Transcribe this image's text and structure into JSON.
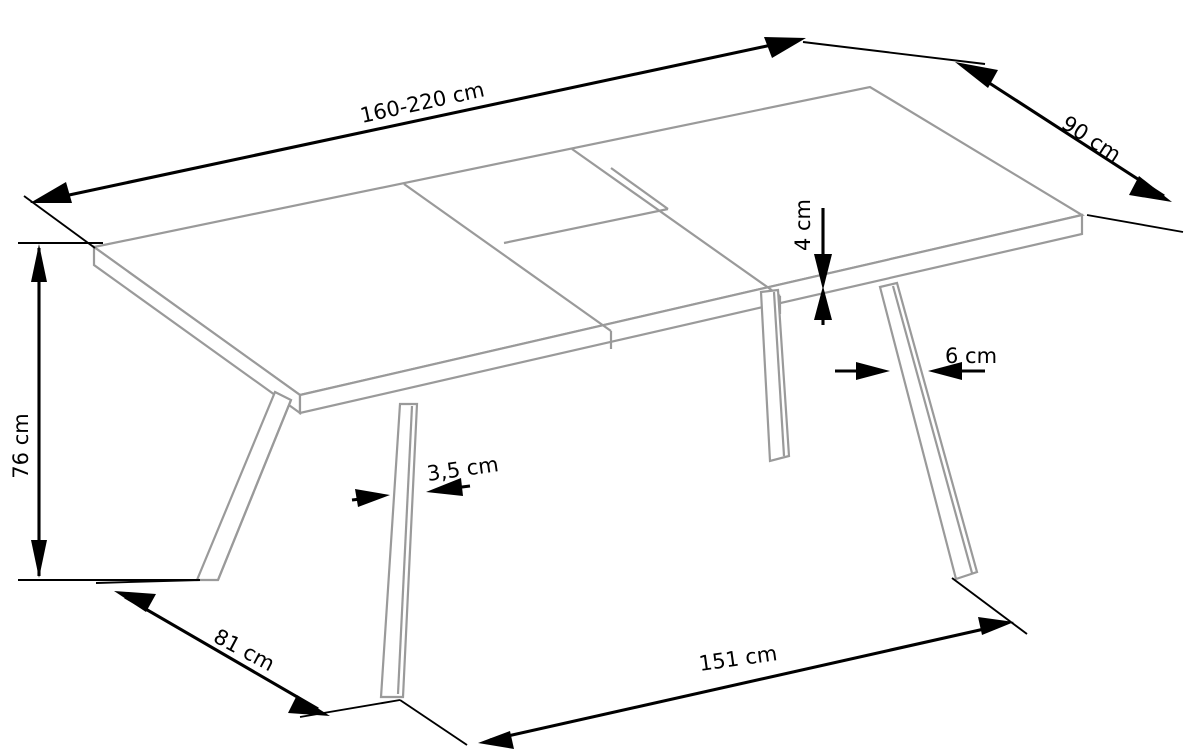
{
  "drawing": {
    "type": "technical-dimension-drawing",
    "subject": "extendable dining table",
    "projection": "isometric / perspective",
    "background_color": "#ffffff",
    "furniture_line_color": "#9a9a9a",
    "dimension_line_color": "#000000",
    "unit": "cm"
  },
  "dimensions": {
    "length": {
      "label": "160-220 cm",
      "value_min": 160,
      "value_max": 220,
      "unit": "cm",
      "describes": "tabletop length (closed to extended)",
      "placement": "top-left-edge",
      "rotation": -13
    },
    "depth": {
      "label": "90 cm",
      "value": 90,
      "unit": "cm",
      "describes": "tabletop depth",
      "placement": "top-right-edge",
      "rotation": 36
    },
    "height": {
      "label": "76 cm",
      "value": 76,
      "unit": "cm",
      "describes": "total table height",
      "placement": "left-vertical",
      "rotation": -90
    },
    "top_thickness": {
      "label": "4 cm",
      "value": 4,
      "unit": "cm",
      "describes": "tabletop thickness",
      "placement": "right-vertical",
      "rotation": -90
    },
    "leg_width": {
      "label": "6 cm",
      "value": 6,
      "unit": "cm",
      "describes": "leg width",
      "placement": "right-horizontal",
      "rotation": 0
    },
    "leg_thickness": {
      "label": "3,5 cm",
      "value": 3.5,
      "unit": "cm",
      "describes": "leg thickness",
      "placement": "center-horizontal",
      "rotation": -9
    },
    "leg_span_depth": {
      "label": "81 cm",
      "value": 81,
      "unit": "cm",
      "describes": "leg base span across depth",
      "placement": "bottom-left",
      "rotation": 28
    },
    "leg_span_length": {
      "label": "151 cm",
      "value": 151,
      "unit": "cm",
      "describes": "leg base span across length",
      "placement": "bottom-right",
      "rotation": -8
    }
  }
}
